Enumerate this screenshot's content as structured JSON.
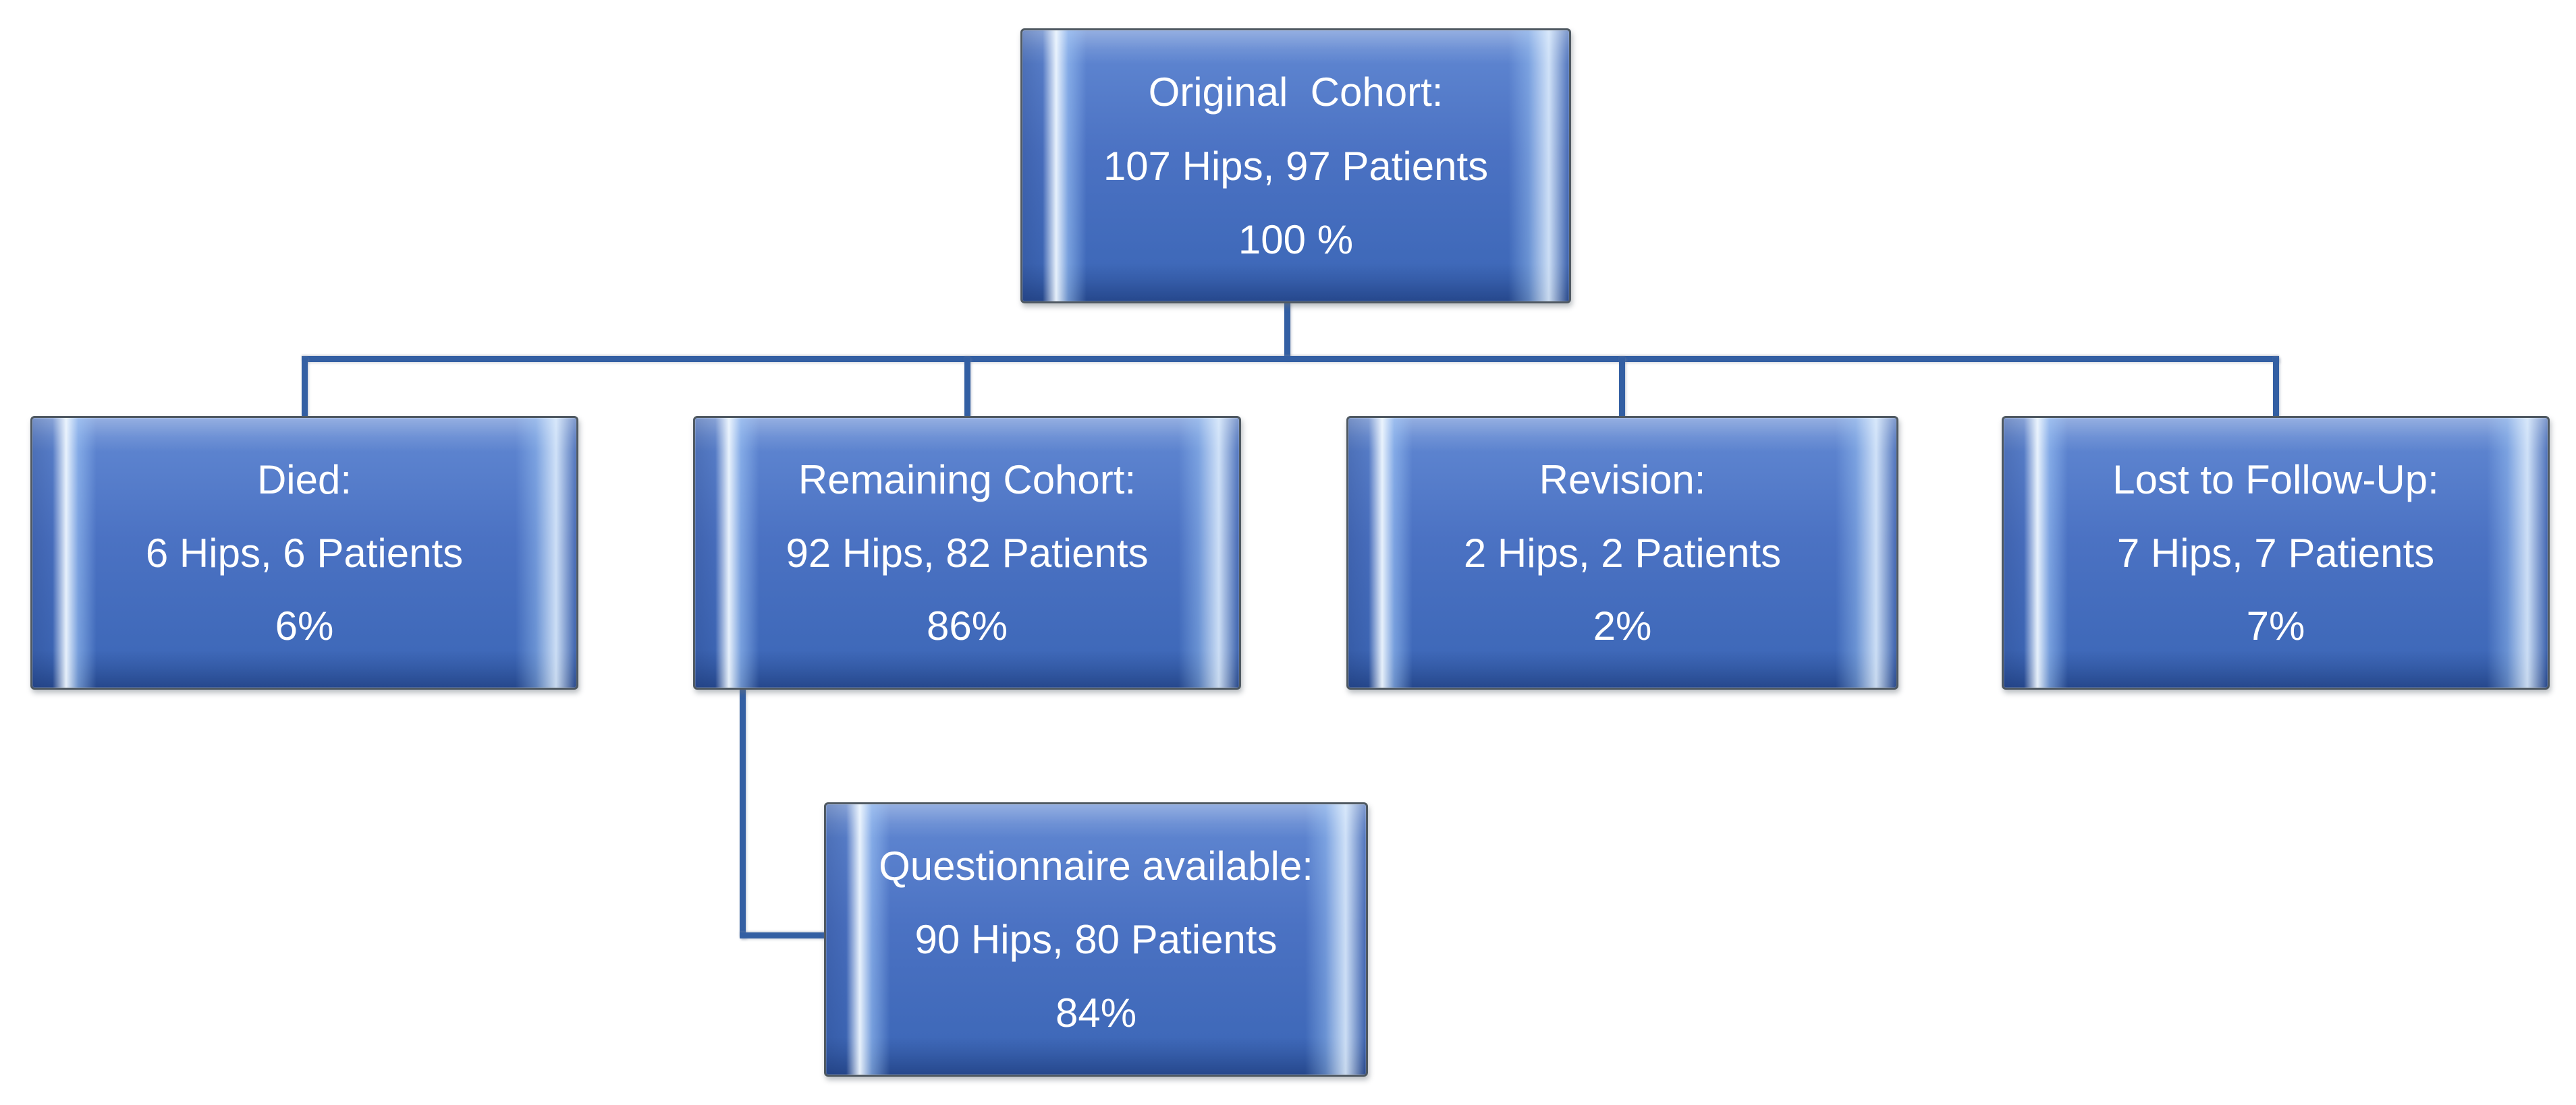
{
  "diagram": {
    "type": "flowchart",
    "description": "Patient cohort follow-up flow diagram",
    "nodes": [
      {
        "id": "original-cohort",
        "lines": [
          "Original  Cohort:",
          "107 Hips, 97 Patients",
          "100 %"
        ]
      },
      {
        "id": "died",
        "lines": [
          "Died:",
          "6 Hips, 6 Patients",
          "6%"
        ]
      },
      {
        "id": "remaining-cohort",
        "lines": [
          "Remaining Cohort:",
          "92 Hips, 82 Patients",
          "86%"
        ]
      },
      {
        "id": "revision",
        "lines": [
          "Revision:",
          "2 Hips, 2 Patients",
          "2%"
        ]
      },
      {
        "id": "lost-to-follow-up",
        "lines": [
          "Lost to Follow-Up:",
          "7 Hips, 7 Patients",
          "7%"
        ]
      },
      {
        "id": "questionnaire-available",
        "lines": [
          "Questionnaire available:",
          "90 Hips, 80 Patients",
          "84%"
        ]
      }
    ],
    "edges": [
      {
        "from": "original-cohort",
        "to": "died"
      },
      {
        "from": "original-cohort",
        "to": "remaining-cohort"
      },
      {
        "from": "original-cohort",
        "to": "revision"
      },
      {
        "from": "original-cohort",
        "to": "lost-to-follow-up"
      },
      {
        "from": "remaining-cohort",
        "to": "questionnaire-available"
      }
    ],
    "colors": {
      "node_fill_top": "#6289d3",
      "node_fill_mid": "#4b72c3",
      "node_fill_bottom": "#3b66b6",
      "node_border": "#4f5962",
      "connector": "#335fa3",
      "text": "#ffffff",
      "background": "#ffffff"
    }
  }
}
